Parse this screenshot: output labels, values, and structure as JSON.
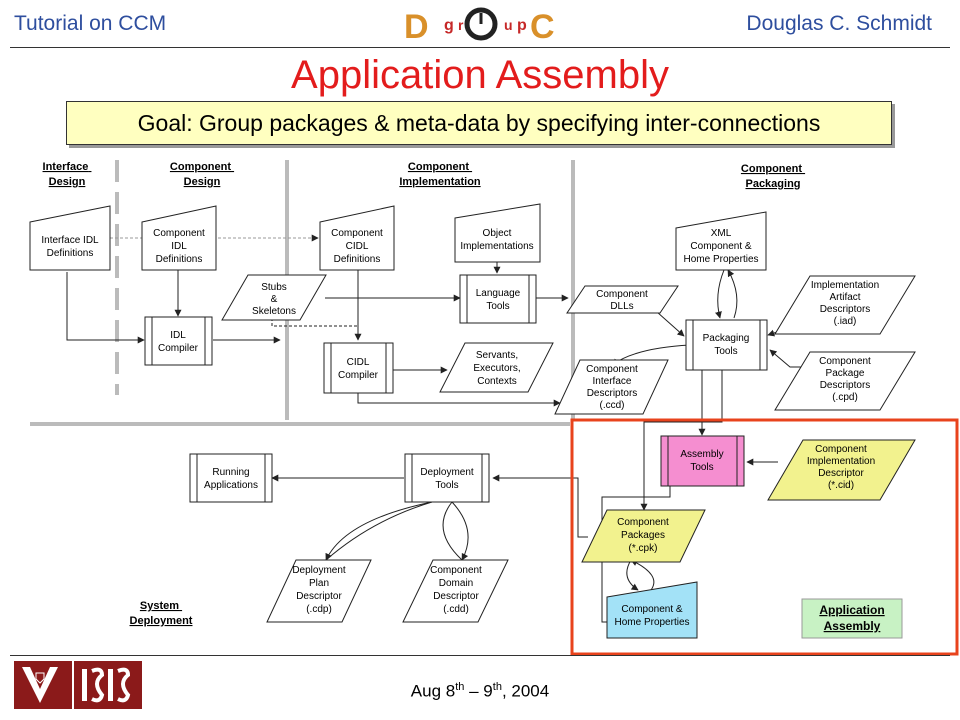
{
  "header": {
    "left": "Tutorial on CCM",
    "logo_text": "DOC group",
    "right": "Douglas C. Schmidt"
  },
  "title": "Application Assembly",
  "goal": "Goal: Group packages & meta-data by specifying inter-connections",
  "sections": {
    "interface_design": [
      "Interface",
      "Design"
    ],
    "component_design": [
      "Component",
      "Design"
    ],
    "component_implementation": [
      "Component",
      "Implementation"
    ],
    "component_packaging": [
      "Component",
      "Packaging"
    ],
    "system_deployment": [
      "System",
      "Deployment"
    ],
    "application_assembly": [
      "Application",
      "Assembly"
    ]
  },
  "nodes": {
    "interface_idl": [
      "Interface IDL",
      "Definitions"
    ],
    "component_idl": [
      "Component",
      "IDL",
      "Definitions"
    ],
    "idl_compiler": [
      "IDL",
      "Compiler"
    ],
    "stubs": [
      "Stubs",
      "&",
      "Skeletons"
    ],
    "component_cidl": [
      "Component",
      "CIDL",
      "Definitions"
    ],
    "cidl_compiler": [
      "CIDL",
      "Compiler"
    ],
    "object_impl": [
      "Object",
      "Implementations"
    ],
    "language_tools": [
      "Language",
      "Tools"
    ],
    "servants": [
      "Servants,",
      "Executors,",
      "Contexts"
    ],
    "component_dlls": [
      "Component",
      "DLLs"
    ],
    "component_interface_desc": [
      "Component",
      "Interface",
      "Descriptors",
      "(.ccd)"
    ],
    "xml_props": [
      "XML",
      "Component &",
      "Home Properties"
    ],
    "impl_artifact": [
      "Implementation",
      "Artifact",
      "Descriptors",
      "(.iad)"
    ],
    "packaging_tools": [
      "Packaging",
      "Tools"
    ],
    "package_desc": [
      "Component",
      "Package",
      "Descriptors",
      "(.cpd)"
    ],
    "assembly_tools": [
      "Assembly",
      "Tools"
    ],
    "impl_desc": [
      "Component",
      "Implementation",
      "Descriptor",
      "(*.cid)"
    ],
    "component_packages": [
      "Component",
      "Packages",
      "(*.cpk)"
    ],
    "home_props": [
      "Component &",
      "Home Properties"
    ],
    "running_apps": [
      "Running",
      "Applications"
    ],
    "deployment_tools": [
      "Deployment",
      "Tools"
    ],
    "deployment_plan": [
      "Deployment",
      "Plan",
      "Descriptor",
      "(.cdp)"
    ],
    "domain_desc": [
      "Component",
      "Domain",
      "Descriptor",
      "(.cdd)"
    ]
  },
  "colors": {
    "title": "#e31c1c",
    "header_text": "#2e4e9e",
    "highlight_border": "#e8431c",
    "goal_fill": "#ffffc0",
    "pink_fill": "#f58ed0",
    "yellow_fill": "#f2f28e",
    "cyan_fill": "#a3e2f7",
    "green_fill": "#c8f2c4"
  },
  "footer": {
    "date_a": "Aug 8",
    "sup_a": "th",
    "date_b": " – 9",
    "sup_b": "th",
    "date_c": ", 2004",
    "logo_left": "Vanderbilt logo",
    "logo_right": "ISIS logo"
  }
}
